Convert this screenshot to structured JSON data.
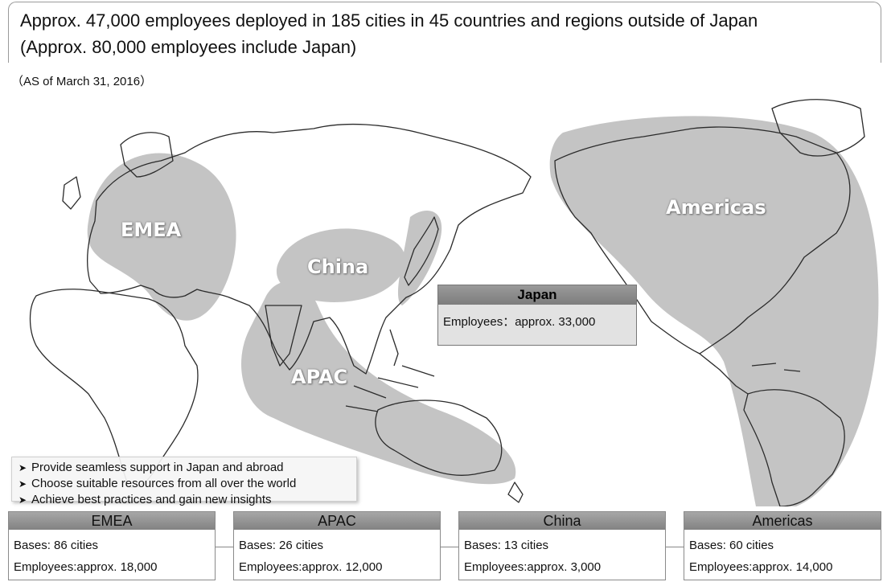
{
  "header": {
    "line1": "Approx. 47,000 employees deployed in 185 cities in 45 countries and regions outside of Japan",
    "line2": "(Approx. 80,000 employees include Japan)"
  },
  "as_of": "（AS of March 31, 2016）",
  "map_labels": {
    "emea": "EMEA",
    "china": "China",
    "apac": "APAC",
    "americas": "Americas"
  },
  "japan": {
    "title": "Japan",
    "employees": "Employees：approx. 33,000"
  },
  "notes": [
    "Provide seamless support in Japan and abroad",
    "Choose suitable resources from all over the world",
    "Achieve best practices and gain new insights"
  ],
  "regions": [
    {
      "name": "EMEA",
      "bases": "Bases: 86 cities",
      "employees": "Employees:approx. 18,000"
    },
    {
      "name": "APAC",
      "bases": "Bases: 26 cities",
      "employees": "Employees:approx. 12,000"
    },
    {
      "name": "China",
      "bases": "Bases: 13 cities",
      "employees": "Employees:approx. 3,000"
    },
    {
      "name": "Americas",
      "bases": "Bases: 60 cities",
      "employees": "Employees:approx. 14,000"
    }
  ],
  "colors": {
    "region_fill": "#c4c4c4",
    "land_outline": "#2b2b2b",
    "box_header": "#8c8c8c"
  }
}
